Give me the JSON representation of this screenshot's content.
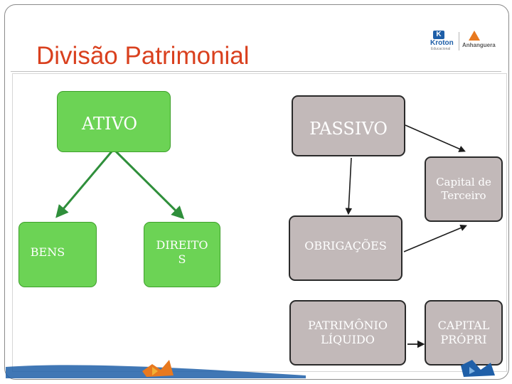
{
  "slide": {
    "title": "Divisão Patrimonial"
  },
  "logo": {
    "brand_1": "Kroton",
    "brand_1_sub": "Educacional",
    "brand_2": "Anhanguera"
  },
  "diagram": {
    "ativo": "ATIVO",
    "bens": "BENS",
    "direitos": "DIREITO\nS",
    "passivo": "PASSIVO",
    "capital_terceiro": "Capital de\nTerceiro",
    "obrigacoes": "OBRIGAÇÕES",
    "patrimonio_liquido": "PATRIMÔNIO\nLÍQUIDO",
    "capital_proprio": "CAPITAL\nPRÓPRI"
  },
  "colors": {
    "title": "#d9401e",
    "ativo_boxes": "#6cd355",
    "passivo_boxes": "#c2b9b9",
    "green_arrows": "#2f8f3b",
    "dark_arrows": "#1c1c1c"
  }
}
